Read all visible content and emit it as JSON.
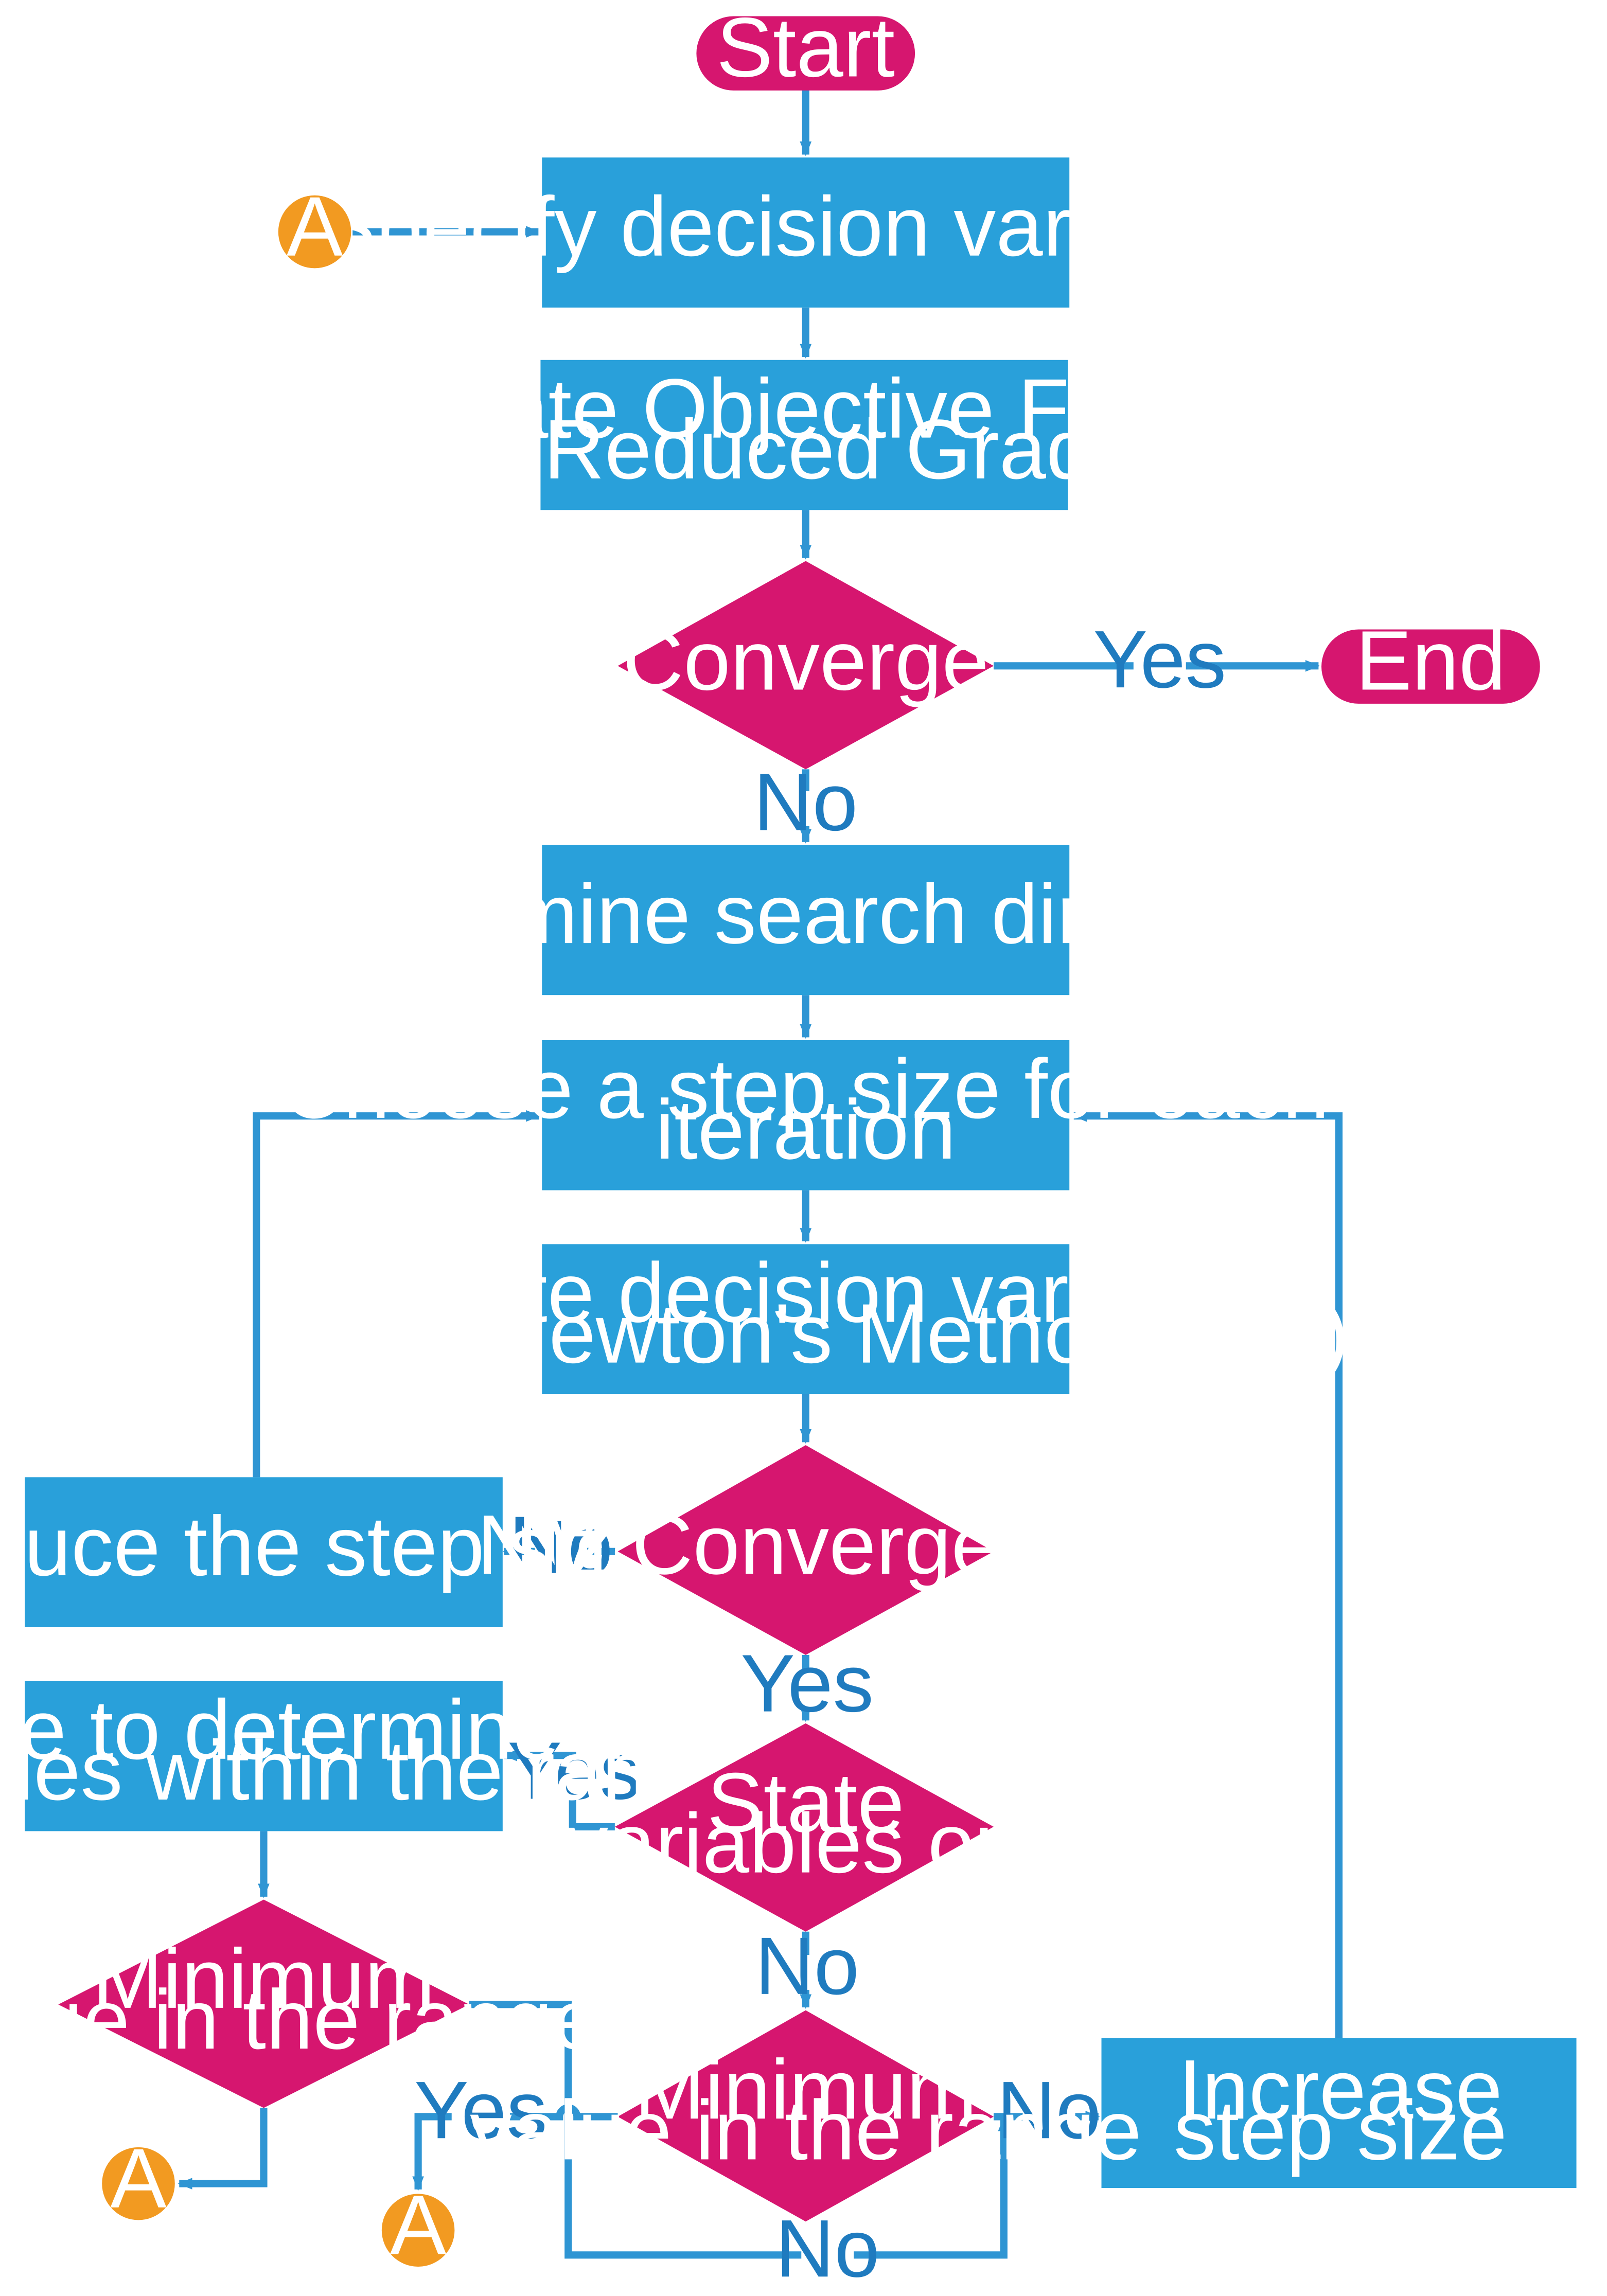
{
  "colors": {
    "process": "#29a0da",
    "decision": "#d6166f",
    "terminal": "#d6166f",
    "connector": "#f29a21",
    "line": "#2f95d3",
    "edge_label": "#1f7bbf"
  },
  "nodes": {
    "start": {
      "label": "Start"
    },
    "end": {
      "label": "End"
    },
    "specify": {
      "lines": [
        "Specify decision variables"
      ]
    },
    "calculate": {
      "lines": [
        "Calculate Objective Function",
        "and Reduced Gradient"
      ]
    },
    "converge": {
      "lines": [
        "Converge"
      ]
    },
    "determine": {
      "lines": [
        "Determine search direction"
      ]
    },
    "choose": {
      "lines": [
        "Choose a step size for each",
        "iteration"
      ]
    },
    "update": {
      "lines": [
        "Update decision variables",
        "using Newton's Method (NM)"
      ]
    },
    "nm_convergence": {
      "lines": [
        "NM Convergence"
      ]
    },
    "reduce": {
      "lines": [
        "Reduce the step size"
      ]
    },
    "state_out": {
      "lines": [
        "State",
        "variables out"
      ]
    },
    "iterate": {
      "lines": [
        "Iterate to determine the",
        "variables within the range"
      ]
    },
    "min_left": {
      "lines": [
        "Minimum",
        "value in the range"
      ]
    },
    "min_center": {
      "lines": [
        "Minimum",
        "value in the range"
      ]
    },
    "increase": {
      "lines": [
        "Increase",
        "step size"
      ]
    },
    "connector_top": {
      "label": "A"
    },
    "connector_left": {
      "label": "A"
    },
    "connector_mid": {
      "label": "A"
    }
  },
  "edge_labels": {
    "converge_yes": "Yes",
    "converge_no": "No",
    "nm_no": "No",
    "nm_yes": "Yes",
    "state_yes": "Yes",
    "state_no": "No",
    "center_yes": "Yes",
    "center_no": "No",
    "left_no": "No"
  }
}
